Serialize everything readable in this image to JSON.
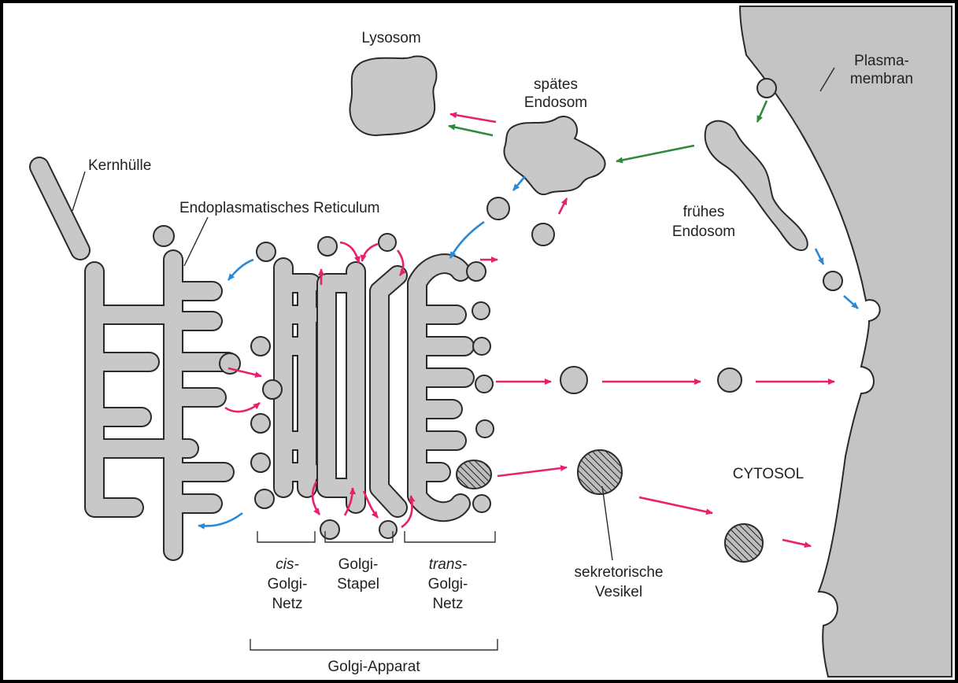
{
  "labels": {
    "lysosom": "Lysosom",
    "spaetes_1": "spätes",
    "spaetes_2": "Endosom",
    "plasma_1": "Plasma-",
    "plasma_2": "membran",
    "kernhuelle": "Kernhülle",
    "er": "Endoplasmatisches Reticulum",
    "fruehes_1": "frühes",
    "fruehes_2": "Endosom",
    "cytosol": "CYTOSOL",
    "cis_1": "cis-",
    "cis_2": "Golgi-",
    "cis_3": "Netz",
    "stapel_1": "Golgi-",
    "stapel_2": "Stapel",
    "trans_1": "trans-",
    "trans_2": "Golgi-",
    "trans_3": "Netz",
    "sekret_1": "sekretorische",
    "sekret_2": "Vesikel",
    "golgi_apparat": "Golgi-Apparat"
  },
  "colors": {
    "organelle_fill": "#c8c8c8",
    "outline": "#2a2a2a",
    "extracellular": "#c4c4c4",
    "arrow_pink": "#e8206e",
    "arrow_blue": "#2a8ad8",
    "arrow_green": "#2e8a3a"
  }
}
